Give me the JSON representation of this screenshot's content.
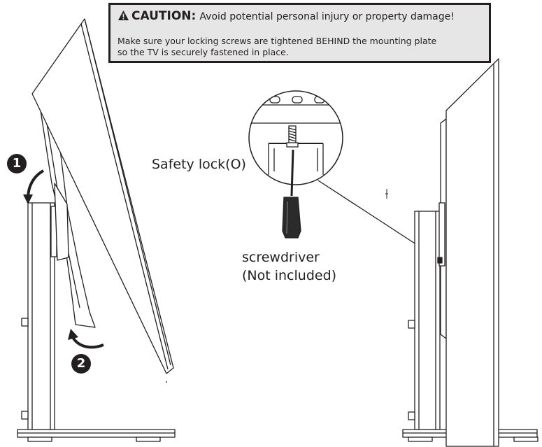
{
  "caution": {
    "title": "CAUTION:",
    "subtitle": "Avoid potential personal injury or property damage!",
    "line1": "Make sure your locking screws  are tightened BEHIND the mounting plate",
    "line2": "so the TV is securely fastened in place.",
    "icon": "warning-triangle-icon"
  },
  "labels": {
    "safety_lock": "Safety lock(O)",
    "screwdriver": "screwdriver",
    "not_included": "(Not included)"
  },
  "steps": {
    "step1": "1",
    "step2": "2"
  },
  "colors": {
    "line": "#231f20",
    "caution_bg": "#e6e6e6",
    "screwdriver_handle": "#2b2b2b"
  }
}
